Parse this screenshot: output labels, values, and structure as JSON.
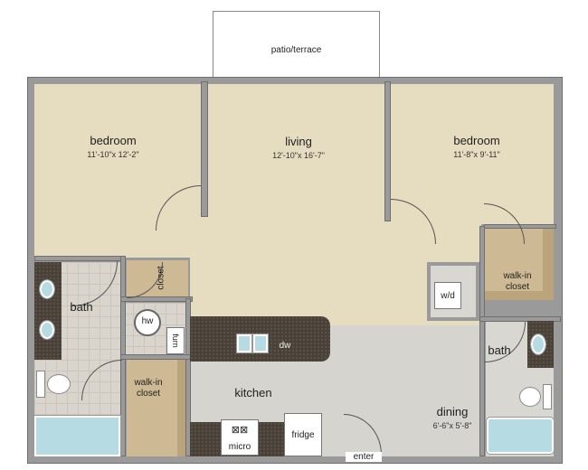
{
  "rooms": {
    "patio": {
      "name": "patio/terrace"
    },
    "bedroom_left": {
      "name": "bedroom",
      "dims": "11'-10\"x 12'-2\""
    },
    "living": {
      "name": "living",
      "dims": "12'-10\"x 16'-7\""
    },
    "bedroom_right": {
      "name": "bedroom",
      "dims": "11'-8\"x 9'-11\""
    },
    "bath_left": {
      "name": "bath"
    },
    "bath_right": {
      "name": "bath"
    },
    "closet": {
      "name": "closet"
    },
    "walkin_left": {
      "name": "walk-in closet"
    },
    "walkin_right": {
      "name": "walk-in closet"
    },
    "kitchen": {
      "name": "kitchen"
    },
    "dining": {
      "name": "dining",
      "dims": "6'-6\"x 5'-8\""
    }
  },
  "fixtures": {
    "hw": "hw",
    "furn": "furn",
    "dw": "dw",
    "wd": "w/d",
    "micro": "micro",
    "fridge": "fridge"
  },
  "entry": {
    "label": "enter"
  }
}
